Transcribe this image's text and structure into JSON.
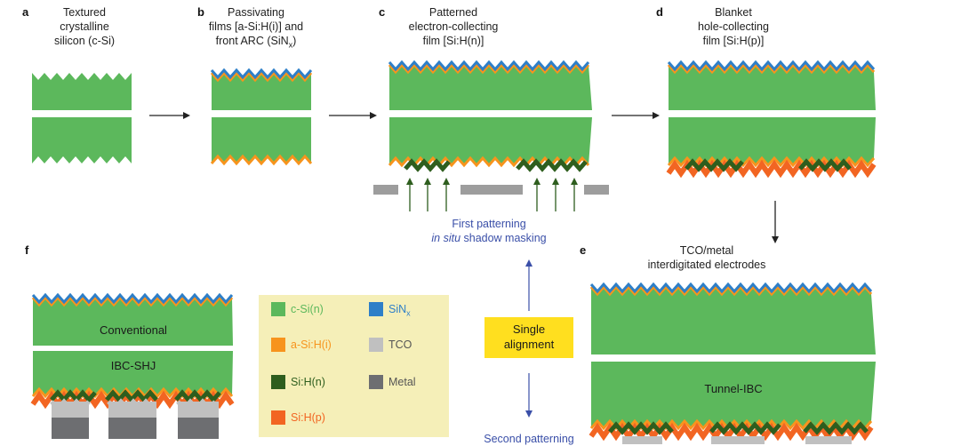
{
  "panels": {
    "a": {
      "letter": "a",
      "caption_lines": [
        "Textured",
        "crystalline",
        "silicon (c-Si)"
      ]
    },
    "b": {
      "letter": "b",
      "caption_lines": [
        "Passivating",
        "films [a-Si:H(i)] and",
        "front ARC (SiN"
      ],
      "caption_sub": "x",
      "caption_end": ")"
    },
    "c": {
      "letter": "c",
      "caption_lines": [
        "Patterned",
        "electron-collecting",
        "film [Si:H(n)]"
      ]
    },
    "d": {
      "letter": "d",
      "caption_lines": [
        "Blanket",
        "hole-collecting",
        "film [Si:H(p)]"
      ]
    },
    "e": {
      "letter": "e",
      "caption_lines": [
        "TCO/metal",
        "interdigitated electrodes"
      ],
      "cell_label": "Tunnel-IBC"
    },
    "f": {
      "letter": "f",
      "conventional_label": "Conventional",
      "ibc_label": "IBC-SHJ"
    }
  },
  "annotations": {
    "first_patterning": "First patterning",
    "shadow_italic": "in situ",
    "shadow_rest": " shadow masking",
    "single_alignment_lines": [
      "Single",
      "alignment"
    ],
    "second_patterning": "Second patterning"
  },
  "legend": {
    "items": [
      {
        "label": "c-Si(n)",
        "color": "#5cb85c"
      },
      {
        "label": "SiN",
        "sub": "x",
        "color": "#2e7fc8"
      },
      {
        "label": "a-Si:H(i)",
        "color": "#f7941d"
      },
      {
        "label": "TCO",
        "color": "#c0c0c0"
      },
      {
        "label": "Si:H(n)",
        "color": "#2e5e1e"
      },
      {
        "label": "Metal",
        "color": "#6d6e71"
      },
      {
        "label": "Si:H(p)",
        "color": "#f26522"
      }
    ]
  },
  "colors": {
    "csi": "#5cb85c",
    "sin": "#2e7fc8",
    "asi": "#f7941d",
    "sin_n": "#2e5e1e",
    "sip": "#f26522",
    "tco": "#c0c0c0",
    "metal": "#6d6e71",
    "legend_bg": "#f5efb8",
    "yellow": "#ffdf1f",
    "arrow_green": "#2e5e1e",
    "arrow_blue": "#3a4fa8"
  }
}
